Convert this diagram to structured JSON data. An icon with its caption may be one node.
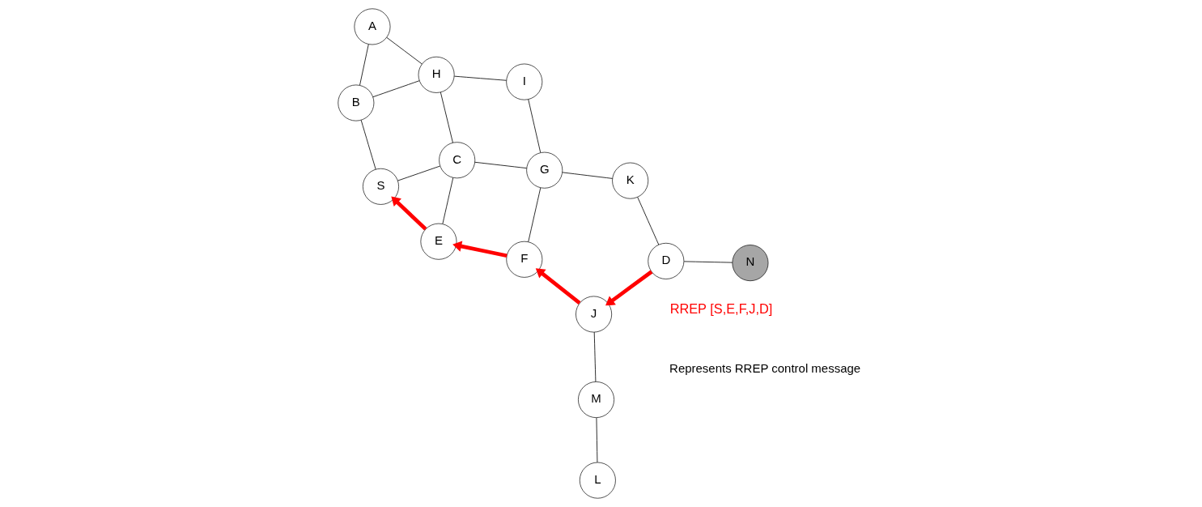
{
  "diagram": {
    "nodes": [
      {
        "text": [
          "S"
        ]
      },
      {
        "text": [
          "E"
        ]
      },
      {
        "text": [
          "F"
        ]
      },
      {
        "text": [
          "B"
        ]
      },
      {
        "text": [
          "C"
        ]
      },
      {
        "text": [
          "M"
        ]
      },
      {
        "text": [
          "L"
        ]
      },
      {
        "text": [
          "J"
        ]
      },
      {
        "text": [
          "A"
        ]
      },
      {
        "text": [
          "G"
        ]
      },
      {
        "text": [
          "H"
        ]
      },
      {
        "text": [
          "D"
        ]
      },
      {
        "text": [
          "K"
        ]
      },
      {
        "text": [
          "I"
        ]
      },
      {
        "text": [
          "N"
        ]
      }
    ],
    "edges": [
      {
        "from": 1,
        "to": 0,
        "arrow": "to",
        "style": "thick",
        "color": "#ff0000"
      },
      {
        "from": 2,
        "to": 1,
        "arrow": "to",
        "style": "thick",
        "color": "#ff0000"
      },
      {
        "from": 7,
        "to": 2,
        "arrow": "to",
        "style": "thick",
        "color": "#ff0000"
      },
      {
        "from": 11,
        "to": 7,
        "arrow": "to",
        "style": "thick",
        "color": "#ff0000"
      },
      {
        "from": 0,
        "to": 3,
        "arrow": "none"
      },
      {
        "from": 0,
        "to": 4,
        "arrow": "none"
      },
      {
        "from": 1,
        "to": 4,
        "arrow": "none"
      },
      {
        "from": 3,
        "to": 8,
        "arrow": "none"
      },
      {
        "from": 3,
        "to": 10,
        "arrow": "none"
      },
      {
        "from": 8,
        "to": 10,
        "arrow": "none"
      },
      {
        "from": 4,
        "to": 10,
        "arrow": "none"
      },
      {
        "from": 4,
        "to": 9,
        "arrow": "none"
      },
      {
        "from": 2,
        "to": 9,
        "arrow": "none"
      },
      {
        "from": 7,
        "to": 5,
        "arrow": "none"
      },
      {
        "from": 5,
        "to": 6,
        "arrow": "none"
      },
      {
        "from": 10,
        "to": 13,
        "arrow": "none"
      },
      {
        "from": 9,
        "to": 13,
        "arrow": "none"
      },
      {
        "from": 9,
        "to": 12,
        "arrow": "none"
      },
      {
        "from": 12,
        "to": 11,
        "arrow": "none"
      },
      {
        "from": 11,
        "to": 14,
        "arrow": "none"
      }
    ],
    "labels": [
      "RREP [S,E,F,J,D]"
    ],
    "legend": [
      {
        "text": "Represents RREP control message"
      }
    ]
  }
}
